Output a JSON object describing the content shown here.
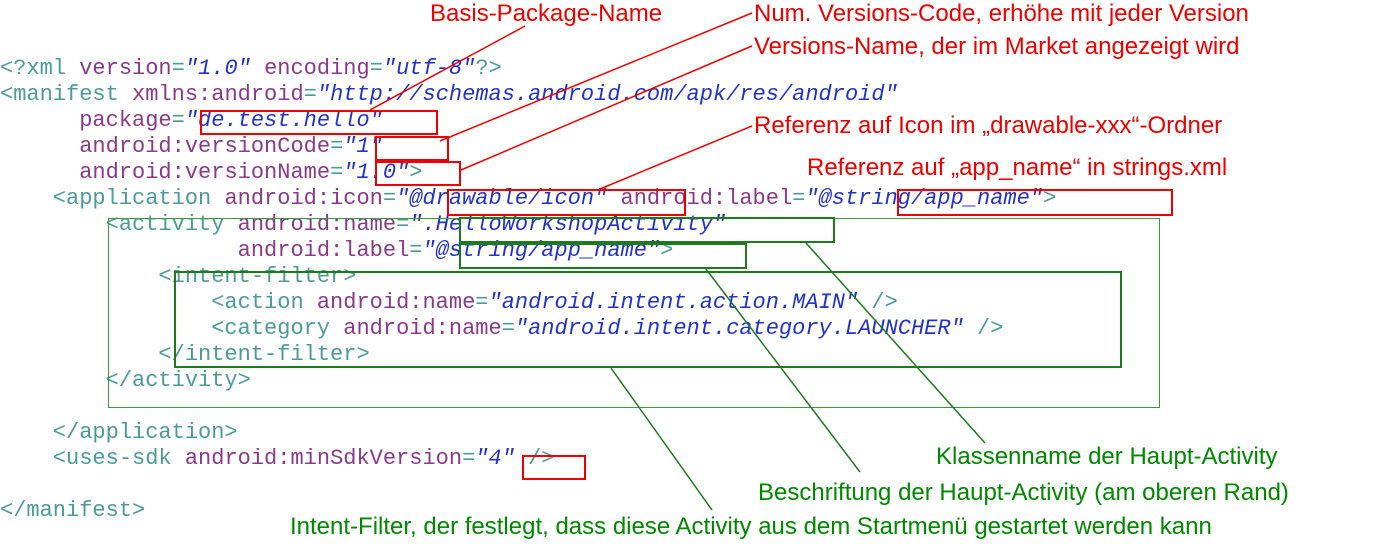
{
  "code_lines": [
    [
      {
        "t": "t",
        "v": "<?xml "
      },
      {
        "t": "a",
        "v": "version"
      },
      {
        "t": "t",
        "v": "="
      },
      {
        "t": "s",
        "v": "\"1.0\""
      },
      {
        "t": "t",
        "v": " "
      },
      {
        "t": "a",
        "v": "encoding"
      },
      {
        "t": "t",
        "v": "="
      },
      {
        "t": "s",
        "v": "\"utf-8\""
      },
      {
        "t": "t",
        "v": "?>"
      }
    ],
    [
      {
        "t": "t",
        "v": "<manifest "
      },
      {
        "t": "a",
        "v": "xmlns:android"
      },
      {
        "t": "t",
        "v": "="
      },
      {
        "t": "s",
        "v": "\"http://schemas.android.com/apk/res/android\""
      }
    ],
    [
      {
        "t": "t",
        "v": "      "
      },
      {
        "t": "a",
        "v": "package"
      },
      {
        "t": "t",
        "v": "="
      },
      {
        "t": "s",
        "v": "\"de.test.hello\""
      }
    ],
    [
      {
        "t": "t",
        "v": "      "
      },
      {
        "t": "a",
        "v": "android:versionCode"
      },
      {
        "t": "t",
        "v": "="
      },
      {
        "t": "s",
        "v": "\"1\""
      }
    ],
    [
      {
        "t": "t",
        "v": "      "
      },
      {
        "t": "a",
        "v": "android:versionName"
      },
      {
        "t": "t",
        "v": "="
      },
      {
        "t": "s",
        "v": "\"1.0\""
      },
      {
        "t": "t",
        "v": ">"
      }
    ],
    [
      {
        "t": "t",
        "v": "    <application "
      },
      {
        "t": "a",
        "v": "android:icon"
      },
      {
        "t": "t",
        "v": "="
      },
      {
        "t": "s",
        "v": "\"@drawable/icon\""
      },
      {
        "t": "t",
        "v": " "
      },
      {
        "t": "a",
        "v": "android:label"
      },
      {
        "t": "t",
        "v": "="
      },
      {
        "t": "s",
        "v": "\"@string/app_name\""
      },
      {
        "t": "t",
        "v": ">"
      }
    ],
    [
      {
        "t": "t",
        "v": "        <activity "
      },
      {
        "t": "a",
        "v": "android:name"
      },
      {
        "t": "t",
        "v": "="
      },
      {
        "t": "s",
        "v": "\".HelloWorkshopActivity\""
      }
    ],
    [
      {
        "t": "t",
        "v": "                  "
      },
      {
        "t": "a",
        "v": "android:label"
      },
      {
        "t": "t",
        "v": "="
      },
      {
        "t": "s",
        "v": "\"@string/app_name\""
      },
      {
        "t": "t",
        "v": ">"
      }
    ],
    [
      {
        "t": "t",
        "v": "            <intent-filter>"
      }
    ],
    [
      {
        "t": "t",
        "v": "                <action "
      },
      {
        "t": "a",
        "v": "android:name"
      },
      {
        "t": "t",
        "v": "="
      },
      {
        "t": "s",
        "v": "\"android.intent.action.MAIN\""
      },
      {
        "t": "t",
        "v": " />"
      }
    ],
    [
      {
        "t": "t",
        "v": "                <category "
      },
      {
        "t": "a",
        "v": "android:name"
      },
      {
        "t": "t",
        "v": "="
      },
      {
        "t": "s",
        "v": "\"android.intent.category.LAUNCHER\""
      },
      {
        "t": "t",
        "v": " />"
      }
    ],
    [
      {
        "t": "t",
        "v": "            </intent-filter>"
      }
    ],
    [
      {
        "t": "t",
        "v": "        </activity>"
      }
    ],
    [
      {
        "t": "t",
        "v": ""
      }
    ],
    [
      {
        "t": "t",
        "v": "    </application>"
      }
    ],
    [
      {
        "t": "t",
        "v": "    <uses-sdk "
      },
      {
        "t": "a",
        "v": "android:minSdkVersion"
      },
      {
        "t": "t",
        "v": "="
      },
      {
        "t": "s",
        "v": "\"4\""
      },
      {
        "t": "t",
        "v": " />"
      }
    ],
    [
      {
        "t": "t",
        "v": ""
      }
    ],
    [
      {
        "t": "t",
        "v": "</manifest>"
      }
    ]
  ],
  "annotations": {
    "package": "Basis-Package-Name",
    "version_code": "Num. Versions-Code, erhöhe mit jeder Version",
    "version_name": "Versions-Name, der im Market angezeigt wird",
    "icon": "Referenz auf Icon im „drawable-xxx“-Ordner",
    "app_name": "Referenz auf „app_name“ in strings.xml",
    "class_name": "Klassenname der Haupt-Activity",
    "label": "Beschriftung der Haupt-Activity (am oberen Rand)",
    "intent_filter": "Intent-Filter, der festlegt, dass diese Activity aus dem Startmenü gestartet werden kann"
  },
  "colors": {
    "red": "#ee0000",
    "green": "#008800",
    "box_green": "#1f7a1f",
    "tag": "#4d9a9a",
    "attr": "#8b3a8b",
    "value": "#2233cc"
  }
}
